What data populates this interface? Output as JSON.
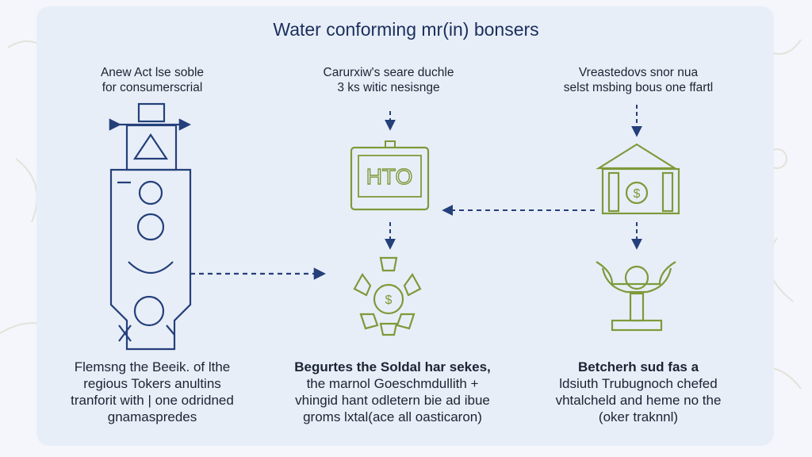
{
  "title": "Water conforming mr(in) bonsers",
  "columns": [
    {
      "top_lines": [
        "Anew Act lse soble",
        "for consumerscrial"
      ],
      "bottom_lines": [
        "Flemsng the Beeik. of lthe",
        "regious Tokers anultins",
        "tranforit with | one odridned",
        "gnamaspredes"
      ]
    },
    {
      "top_lines": [
        "Carurxiw's seare duchle",
        "3 ks witic nesisnge"
      ],
      "icon_text": "HTO",
      "bottom_lines": [
        "Begurtes the Soldal har sekes,",
        "the marnol Goeschmdullith +",
        "vhingid hant odletern bie ad ibue",
        "groms lxtal(ace all oasticaron)"
      ]
    },
    {
      "top_lines": [
        "Vreastedovs snor nua",
        "selst msbing bous one ffartl"
      ],
      "bottom_lines": [
        "Betcherh sud fas a",
        "ldsiuth Trubugnoch chefed",
        "vhtalcheld and heme no the",
        "(oker traknnl)"
      ]
    }
  ],
  "colors": {
    "navy": "#24407a",
    "olive": "#7d9a3a",
    "panel": "#e8eef8"
  },
  "icons": {
    "col1": "token-totem-icon",
    "col2": "hto-monitor-icon",
    "col2b": "dollar-coin-wheel-icon",
    "col3": "bank-dollar-icon",
    "col3b": "pedestal-scale-icon"
  }
}
